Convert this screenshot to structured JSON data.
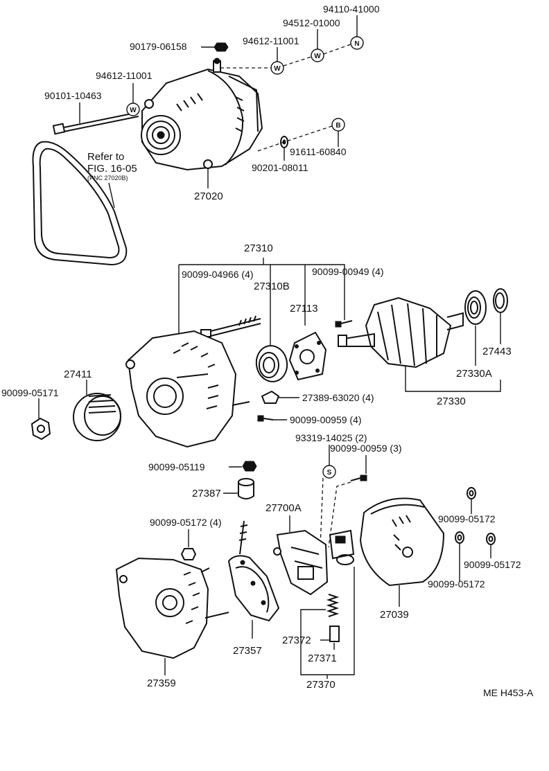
{
  "labels": {
    "p94110_41000": "94110-41000",
    "p94512_01000": "94512-01000",
    "p90179_06158": "90179-06158",
    "p94612_11001_top": "94612-11001",
    "p94612_11001_left": "94612-11001",
    "p90101_10463": "90101-10463",
    "p91611_60840": "91611-60840",
    "p90201_08011": "90201-08011",
    "p27020": "27020",
    "p27310": "27310",
    "p90099_04966": "90099-04966 (4)",
    "p27310B": "27310B",
    "p90099_00949": "90099-00949 (4)",
    "p27113": "27113",
    "p27443": "27443",
    "p27330A": "27330A",
    "p27330": "27330",
    "p27411": "27411",
    "p90099_05171": "90099-05171",
    "p27389_63020": "27389-63020 (4)",
    "p90099_00959_a": "90099-00959 (4)",
    "p93319_14025": "93319-14025 (2)",
    "p90099_00959_b": "90099-00959 (3)",
    "p90099_05119": "90099-05119",
    "p27387": "27387",
    "p27700A": "27700A",
    "p90099_05172_a": "90099-05172",
    "p90099_05172_b": "90099-05172 (4)",
    "p90099_05172_c": "90099-05172",
    "p90099_05172_d": "90099-05172",
    "p27372": "27372",
    "p27371": "27371",
    "p27370": "27370",
    "p27359": "27359",
    "p27357": "27357",
    "p27039": "27039",
    "ref_1": "Refer to",
    "ref_2": "FIG. 16-05",
    "ref_3": "(PNC 27020B)",
    "code": "ME H453-A"
  },
  "symbols": {
    "N": "N",
    "W1": "W",
    "W2": "W",
    "W3": "W",
    "B": "B",
    "S": "S"
  }
}
